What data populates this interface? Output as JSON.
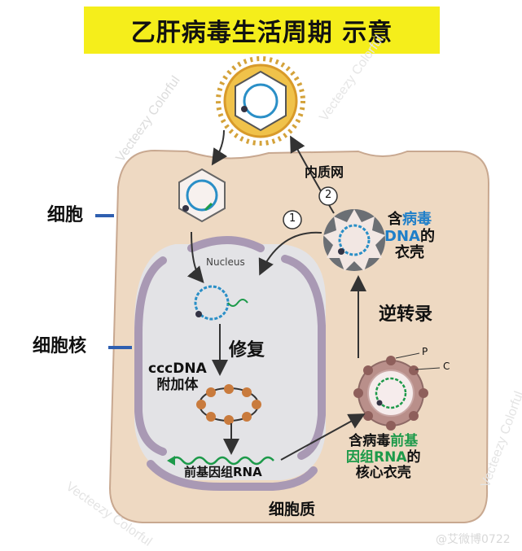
{
  "title": "乙肝病毒生活周期 示意",
  "labels": {
    "cell": "细胞",
    "nucleus_cn": "细胞核",
    "nucleus_en": "Nucleus",
    "er": "内质网",
    "step1": "1",
    "step2": "2",
    "repair": "修复",
    "cccdna_line1": "cccDNA",
    "cccdna_line2": "附加体",
    "pregenomic_rna": "前基因组RNA",
    "reverse_transcription": "逆转录",
    "cytoplasm": "细胞质",
    "virus_dna_capsid": {
      "part1": "含",
      "part2_colored": "病毒",
      "part3_colored": "DNA",
      "part4": "的",
      "part5": "衣壳"
    },
    "pgrna_core": {
      "part1": "含病毒",
      "part2_colored": "前基",
      "part3_colored": "因组RNA",
      "part4": "的",
      "part5": "核心衣壳"
    },
    "p": "P",
    "c": "C"
  },
  "watermarks": [
    "Vecteezy Colorful",
    "Vecteezy Colorful",
    "Vecteezy Colorful",
    "Vecteezy Colorful"
  ],
  "source_credit": "@艾微博0722",
  "colors": {
    "title_bg": "#f5ee1b",
    "cell_fill": "#eed9c2",
    "cell_stroke": "#c8a890",
    "nucleus_fill": "#e3e3e6",
    "membrane": "#a999b4",
    "dna_blue": "#2a8fc7",
    "rna_green": "#1d9a4a",
    "label_blue": "#1f7fc9",
    "label_green": "#1d9a4a"
  }
}
